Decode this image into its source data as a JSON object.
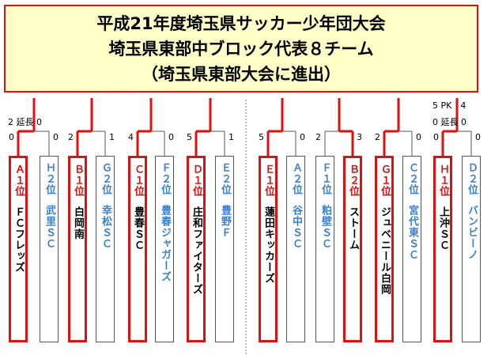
{
  "title": {
    "line1": "平成21年度埼玉県サッカー少年団大会",
    "line2": "埼玉県東部中ブロック代表８チーム",
    "line3": "（埼玉県東部大会に進出）"
  },
  "colors": {
    "winner": "#e01010",
    "seed_winner": "#e01010",
    "seed_other": "#3a7fd0",
    "team_other": "#3a7fd0",
    "team_winner": "#000000",
    "title_bg": "#ffffc8"
  },
  "matches": [
    {
      "score_left": "0",
      "score_right": "0",
      "extra": "2 延長 0",
      "pk": ""
    },
    {
      "score_left": "2",
      "score_right": "1",
      "extra": "",
      "pk": ""
    },
    {
      "score_left": "4",
      "score_right": "0",
      "extra": "",
      "pk": ""
    },
    {
      "score_left": "5",
      "score_right": "1",
      "extra": "",
      "pk": ""
    },
    {
      "score_left": "5",
      "score_right": "0",
      "extra": "",
      "pk": ""
    },
    {
      "score_left": "2",
      "score_right": "3",
      "extra": "",
      "pk": ""
    },
    {
      "score_left": "2",
      "score_right": "0",
      "extra": "",
      "pk": ""
    },
    {
      "score_left": "0",
      "score_right": "0",
      "extra": "0 延長 0",
      "pk": "5 PK　4"
    }
  ],
  "teams": [
    {
      "seed": "Ａ１位",
      "name": "ＦＣフレッズ",
      "winner": true
    },
    {
      "seed": "Ｈ２位",
      "name": "武里ＳＣ",
      "winner": false
    },
    {
      "seed": "Ｂ１位",
      "name": "白岡南",
      "winner": true
    },
    {
      "seed": "Ｇ２位",
      "name": "幸松ＳＣ",
      "winner": false
    },
    {
      "seed": "Ｃ１位",
      "name": "豊春ＳＣ",
      "winner": true
    },
    {
      "seed": "Ｆ２位",
      "name": "豊春ジャガーズ",
      "winner": false
    },
    {
      "seed": "Ｄ１位",
      "name": "庄和ファイターズ",
      "winner": true
    },
    {
      "seed": "Ｅ２位",
      "name": "豊野Ｆ",
      "winner": false
    },
    {
      "seed": "Ｅ１位",
      "name": "蓮田キッカーズ",
      "winner": true
    },
    {
      "seed": "Ａ２位",
      "name": "谷中ＳＣ",
      "winner": false
    },
    {
      "seed": "Ｆ１位",
      "name": "粕壁ＳＣ",
      "winner": false
    },
    {
      "seed": "Ｂ２位",
      "name": "ストーム",
      "winner": true
    },
    {
      "seed": "Ｇ１位",
      "name": "ジュベニール白岡",
      "winner": true
    },
    {
      "seed": "Ｃ２位",
      "name": "宮代東ＳＣ",
      "winner": false
    },
    {
      "seed": "Ｈ１位",
      "name": "上沖ＳＣ",
      "winner": true
    },
    {
      "seed": "Ｄ２位",
      "name": "バンビーノ",
      "winner": false
    }
  ]
}
